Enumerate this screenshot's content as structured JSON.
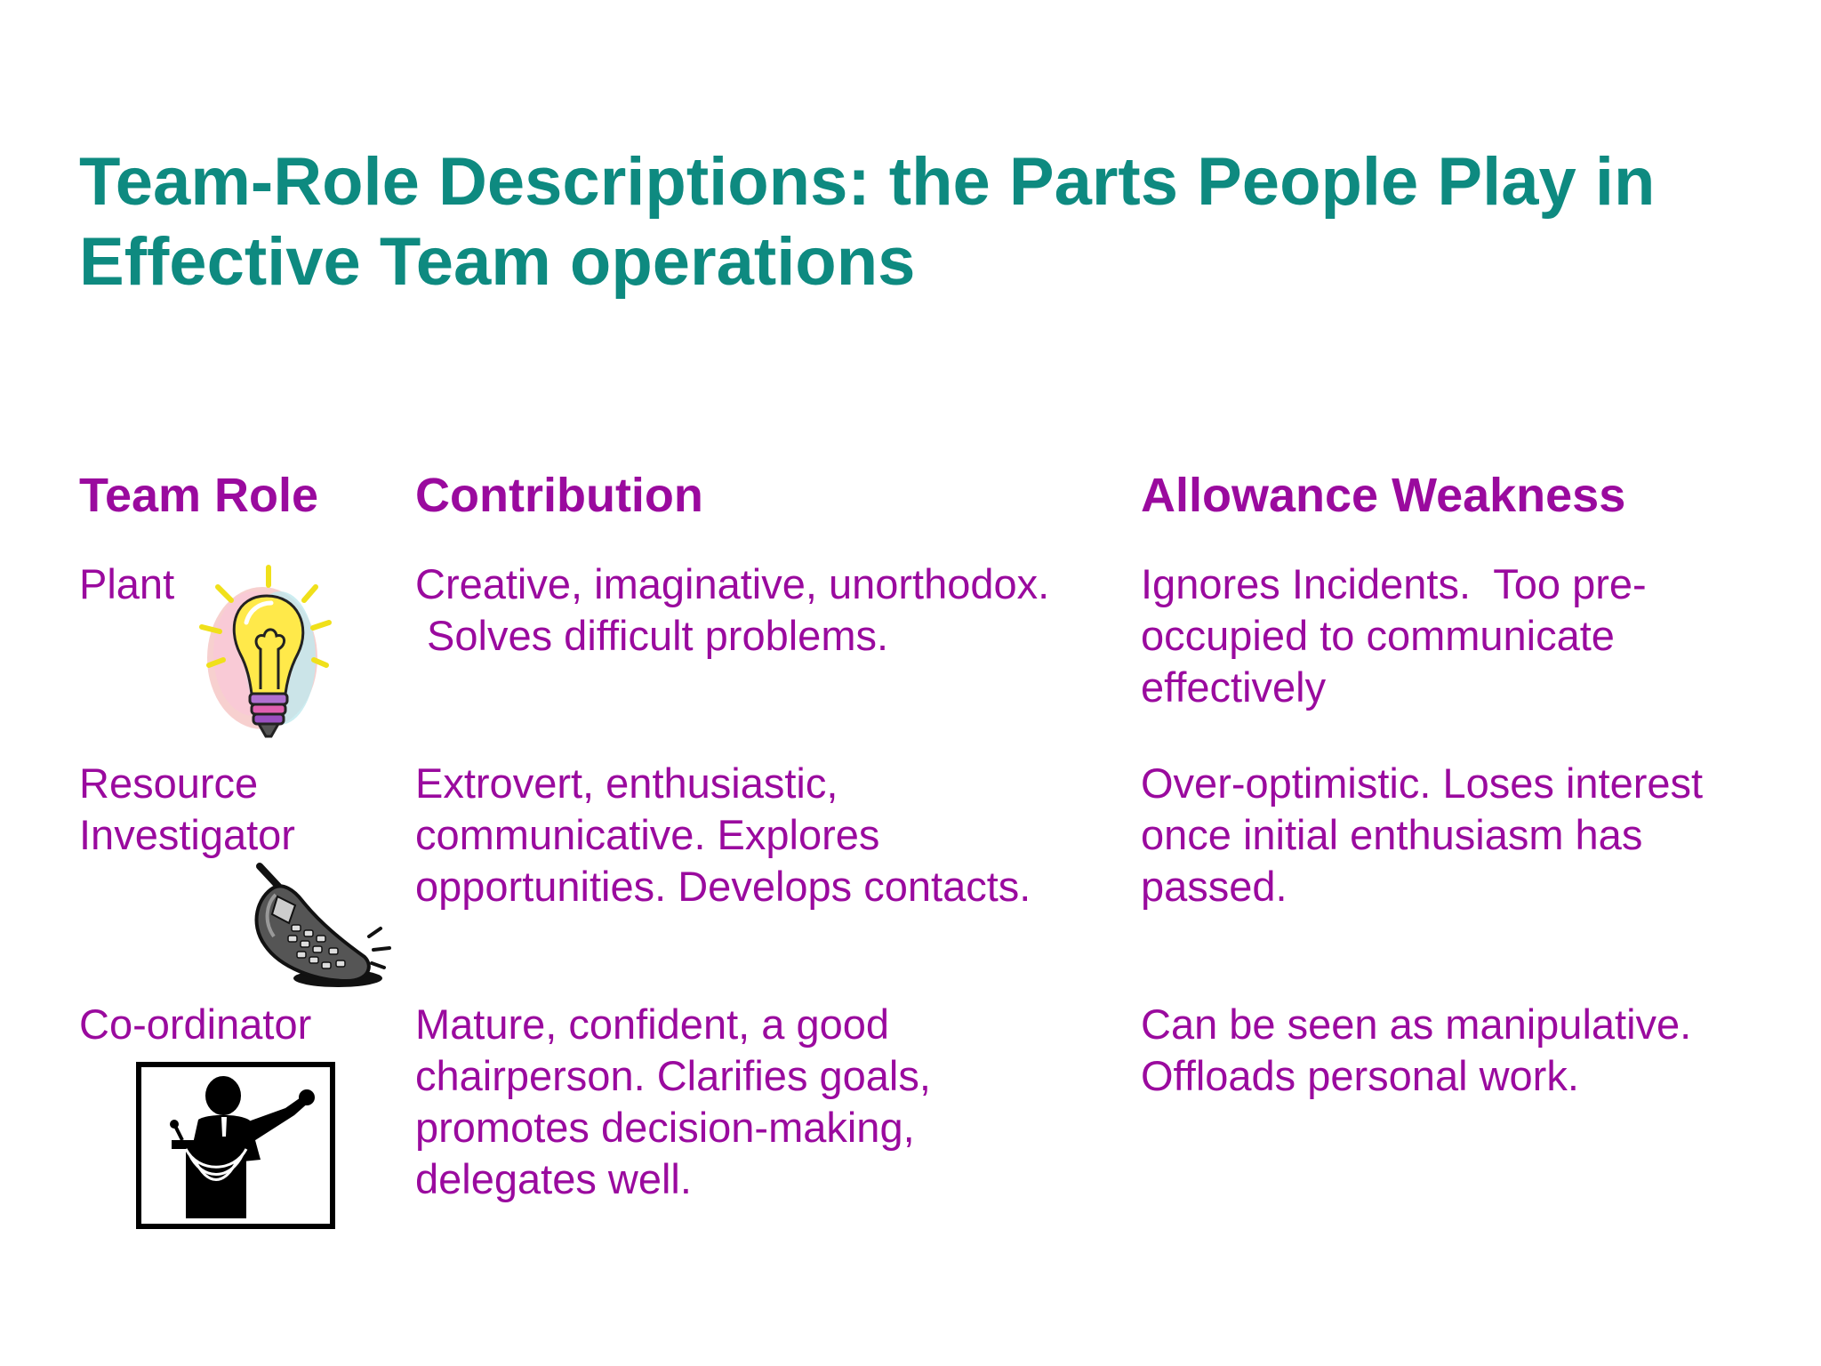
{
  "title": {
    "line1": "Team-Role Descriptions: the Parts People Play in",
    "line2": "Effective Team operations"
  },
  "headers": {
    "team_role": "Team Role",
    "contribution": "Contribution",
    "allowance_weakness": "Allowance Weakness"
  },
  "rows": [
    {
      "role": [
        "Plant"
      ],
      "contribution": [
        "Creative, imaginative, unorthodox.",
        " Solves difficult problems."
      ],
      "weakness": [
        "Ignores Incidents.  Too pre-",
        "occupied to communicate",
        "effectively"
      ],
      "icon": "lightbulb-icon"
    },
    {
      "role": [
        "Resource",
        "Investigator"
      ],
      "contribution": [
        "Extrovert, enthusiastic,",
        "communicative. Explores",
        "opportunities. Develops contacts."
      ],
      "weakness": [
        "Over-optimistic. Loses interest",
        "once initial enthusiasm has",
        "passed."
      ],
      "icon": "ringing-phone-icon"
    },
    {
      "role": [
        "Co-ordinator"
      ],
      "contribution": [
        "Mature, confident, a good",
        "chairperson. Clarifies goals,",
        "promotes decision-making,",
        "delegates well."
      ],
      "weakness": [
        "Can be seen as manipulative.",
        "Offloads personal work."
      ],
      "icon": "speaker-at-podium-icon"
    }
  ],
  "colors": {
    "title": "#0e8a80",
    "body": "#9a0a9e",
    "background": "#ffffff"
  }
}
